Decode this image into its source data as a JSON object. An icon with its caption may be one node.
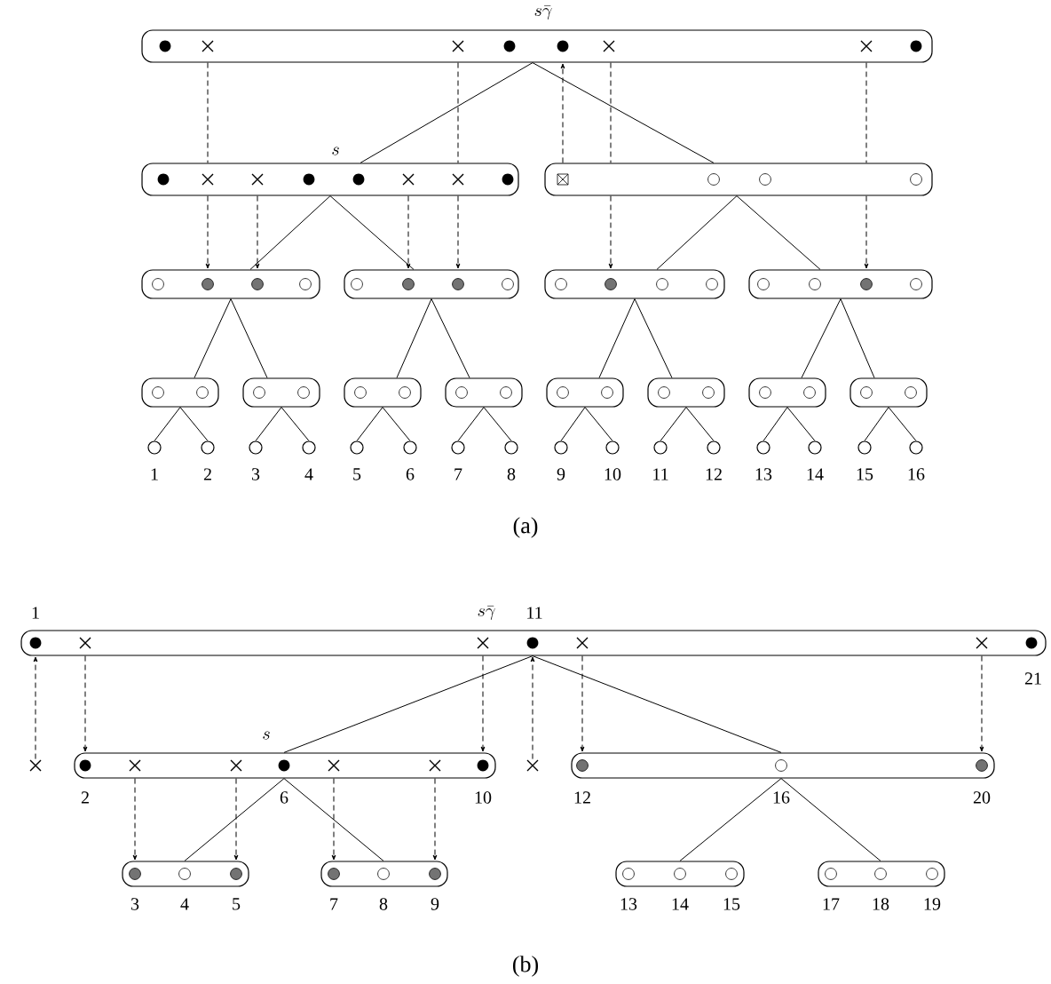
{
  "diagram": {
    "nodes": [
      {
        "text": [
          "s\\bar{\\gamma}"
        ]
      },
      {
        "text": [
          "s"
        ]
      },
      {
        "text": [],
        "shape": "box"
      },
      {
        "text": [],
        "shape": "box"
      },
      {
        "text": [],
        "shape": "box"
      },
      {
        "text": [],
        "shape": "box"
      },
      {
        "text": [],
        "shape": "box"
      },
      {
        "text": [],
        "shape": "box"
      },
      {
        "text": [],
        "shape": "box"
      },
      {
        "text": [],
        "shape": "box"
      },
      {
        "text": [],
        "shape": "box"
      },
      {
        "text": [],
        "shape": "box"
      },
      {
        "text": [],
        "shape": "box"
      },
      {
        "text": [],
        "shape": "box"
      },
      {
        "text": [],
        "shape": "box"
      },
      {
        "text": [],
        "shape": "circle",
        "beside": [
          "1"
        ]
      },
      {
        "text": [],
        "shape": "circle",
        "beside": [
          "2"
        ]
      },
      {
        "text": [],
        "shape": "circle",
        "beside": [
          "3"
        ]
      },
      {
        "text": [],
        "shape": "circle",
        "beside": [
          "4"
        ]
      },
      {
        "text": [],
        "shape": "circle",
        "beside": [
          "5"
        ]
      },
      {
        "text": [],
        "shape": "circle",
        "beside": [
          "6"
        ]
      },
      {
        "text": [],
        "shape": "circle",
        "beside": [
          "7"
        ]
      },
      {
        "text": [],
        "shape": "circle",
        "beside": [
          "8"
        ]
      },
      {
        "text": [],
        "shape": "circle",
        "beside": [
          "9"
        ]
      },
      {
        "text": [],
        "shape": "circle",
        "beside": [
          "10"
        ]
      },
      {
        "text": [],
        "shape": "circle",
        "beside": [
          "11"
        ]
      },
      {
        "text": [],
        "shape": "circle",
        "beside": [
          "12"
        ]
      },
      {
        "text": [],
        "shape": "circle",
        "beside": [
          "13"
        ]
      },
      {
        "text": [],
        "shape": "circle",
        "beside": [
          "14"
        ]
      },
      {
        "text": [],
        "shape": "circle",
        "beside": [
          "15"
        ]
      },
      {
        "text": [],
        "shape": "circle",
        "beside": [
          "16"
        ]
      },
      {
        "text": [
          "s\\bar{\\gamma}"
        ],
        "beside": [
          "1",
          "11",
          "21"
        ]
      },
      {
        "text": [],
        "shape": "cross"
      },
      {
        "text": [
          "s"
        ],
        "beside": [
          "2",
          "6",
          "10"
        ]
      },
      {
        "text": [],
        "shape": "cross"
      },
      {
        "text": [],
        "shape": "box",
        "beside": [
          "12",
          "16",
          "20"
        ]
      },
      {
        "text": [],
        "shape": "box",
        "beside": [
          "3",
          "4",
          "5"
        ]
      },
      {
        "text": [],
        "shape": "box",
        "beside": [
          "7",
          "8",
          "9"
        ]
      },
      {
        "text": [],
        "shape": "box",
        "beside": [
          "13",
          "14",
          "15"
        ]
      },
      {
        "text": [],
        "shape": "box",
        "beside": [
          "17",
          "18",
          "19"
        ]
      }
    ],
    "edges": [
      {
        "from": 0,
        "to": 1,
        "arrow": "none"
      },
      {
        "from": 0,
        "to": 2,
        "arrow": "none"
      },
      {
        "from": 1,
        "to": 3,
        "arrow": "none"
      },
      {
        "from": 1,
        "to": 4,
        "arrow": "none"
      },
      {
        "from": 2,
        "to": 5,
        "arrow": "none"
      },
      {
        "from": 2,
        "to": 6,
        "arrow": "none"
      },
      {
        "from": 3,
        "to": 7,
        "arrow": "none"
      },
      {
        "from": 3,
        "to": 8,
        "arrow": "none"
      },
      {
        "from": 4,
        "to": 9,
        "arrow": "none"
      },
      {
        "from": 4,
        "to": 10,
        "arrow": "none"
      },
      {
        "from": 5,
        "to": 11,
        "arrow": "none"
      },
      {
        "from": 5,
        "to": 12,
        "arrow": "none"
      },
      {
        "from": 6,
        "to": 13,
        "arrow": "none"
      },
      {
        "from": 6,
        "to": 14,
        "arrow": "none"
      },
      {
        "from": 7,
        "to": 15,
        "arrow": "none"
      },
      {
        "from": 7,
        "to": 16,
        "arrow": "none"
      },
      {
        "from": 8,
        "to": 17,
        "arrow": "none"
      },
      {
        "from": 8,
        "to": 18,
        "arrow": "none"
      },
      {
        "from": 9,
        "to": 19,
        "arrow": "none"
      },
      {
        "from": 9,
        "to": 20,
        "arrow": "none"
      },
      {
        "from": 10,
        "to": 21,
        "arrow": "none"
      },
      {
        "from": 10,
        "to": 22,
        "arrow": "none"
      },
      {
        "from": 11,
        "to": 23,
        "arrow": "none"
      },
      {
        "from": 11,
        "to": 24,
        "arrow": "none"
      },
      {
        "from": 12,
        "to": 25,
        "arrow": "none"
      },
      {
        "from": 12,
        "to": 26,
        "arrow": "none"
      },
      {
        "from": 13,
        "to": 27,
        "arrow": "none"
      },
      {
        "from": 13,
        "to": 28,
        "arrow": "none"
      },
      {
        "from": 14,
        "to": 29,
        "arrow": "none"
      },
      {
        "from": 14,
        "to": 30,
        "arrow": "none"
      },
      {
        "from": 0,
        "to": 1,
        "arrow": "none",
        "style": "dashed"
      },
      {
        "from": 0,
        "to": 1,
        "arrow": "none",
        "style": "dashed"
      },
      {
        "from": 1,
        "to": 3,
        "arrow": "to",
        "style": "dashed"
      },
      {
        "from": 1,
        "to": 3,
        "arrow": "to",
        "style": "dashed"
      },
      {
        "from": 1,
        "to": 4,
        "arrow": "to",
        "style": "dashed"
      },
      {
        "from": 1,
        "to": 4,
        "arrow": "to",
        "style": "dashed"
      },
      {
        "from": 2,
        "to": 0,
        "arrow": "to",
        "style": "dashed"
      },
      {
        "from": 0,
        "to": 2,
        "arrow": "none",
        "style": "dashed"
      },
      {
        "from": 2,
        "to": 5,
        "arrow": "to",
        "style": "dashed"
      },
      {
        "from": 0,
        "to": 2,
        "arrow": "none",
        "style": "dashed"
      },
      {
        "from": 2,
        "to": 6,
        "arrow": "to",
        "style": "dashed"
      },
      {
        "from": 31,
        "to": 33,
        "arrow": "none"
      },
      {
        "from": 31,
        "to": 35,
        "arrow": "none"
      },
      {
        "from": 33,
        "to": 36,
        "arrow": "none"
      },
      {
        "from": 33,
        "to": 37,
        "arrow": "none"
      },
      {
        "from": 35,
        "to": 38,
        "arrow": "none"
      },
      {
        "from": 35,
        "to": 39,
        "arrow": "none"
      },
      {
        "from": 32,
        "to": 31,
        "arrow": "to",
        "style": "dashed"
      },
      {
        "from": 31,
        "to": 33,
        "arrow": "to",
        "style": "dashed"
      },
      {
        "from": 31,
        "to": 33,
        "arrow": "to",
        "style": "dashed"
      },
      {
        "from": 34,
        "to": 31,
        "arrow": "to",
        "style": "dashed"
      },
      {
        "from": 31,
        "to": 35,
        "arrow": "to",
        "style": "dashed"
      },
      {
        "from": 31,
        "to": 35,
        "arrow": "to",
        "style": "dashed"
      },
      {
        "from": 33,
        "to": 36,
        "arrow": "to",
        "style": "dashed"
      },
      {
        "from": 33,
        "to": 36,
        "arrow": "to",
        "style": "dashed"
      },
      {
        "from": 33,
        "to": 37,
        "arrow": "to",
        "style": "dashed"
      },
      {
        "from": 33,
        "to": 37,
        "arrow": "to",
        "style": "dashed"
      }
    ],
    "labels": [
      "(a)",
      "(b)"
    ]
  }
}
